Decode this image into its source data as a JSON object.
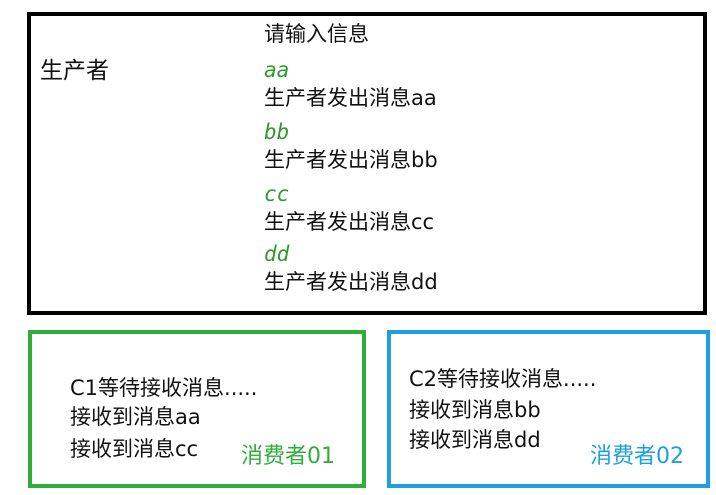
{
  "producer": {
    "label": "生产者",
    "prompt": "请输入信息",
    "inputs": [
      "aa",
      "bb",
      "cc",
      "dd"
    ],
    "outputs": [
      "生产者发出消息aa",
      "生产者发出消息bb",
      "生产者发出消息cc",
      "生产者发出消息dd"
    ]
  },
  "consumer1": {
    "name": "消费者01",
    "lines": [
      "C1等待接收消息.....",
      "接收到消息aa",
      "接收到消息cc"
    ]
  },
  "consumer2": {
    "name": "消费者02",
    "lines": [
      "C2等待接收消息.....",
      "接收到消息bb",
      "接收到消息dd"
    ]
  },
  "colors": {
    "producer_border": "#000000",
    "consumer1_accent": "#2fae3a",
    "consumer2_accent": "#1e9fe0",
    "input_echo": "#2f9a2f"
  }
}
